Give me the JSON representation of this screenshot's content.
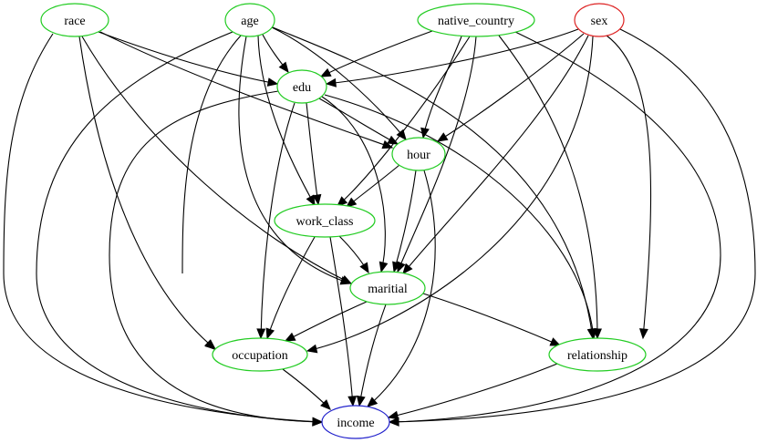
{
  "diagram": {
    "nodes": [
      {
        "id": "race",
        "label": "race",
        "color": "#22cc22"
      },
      {
        "id": "age",
        "label": "age",
        "color": "#22cc22"
      },
      {
        "id": "native_country",
        "label": "native_country",
        "color": "#22cc22"
      },
      {
        "id": "sex",
        "label": "sex",
        "color": "#dd2222"
      },
      {
        "id": "edu",
        "label": "edu",
        "color": "#22cc22"
      },
      {
        "id": "hour",
        "label": "hour",
        "color": "#22cc22"
      },
      {
        "id": "work_class",
        "label": "work_class",
        "color": "#22cc22"
      },
      {
        "id": "maritial",
        "label": "maritial",
        "color": "#22cc22"
      },
      {
        "id": "occupation",
        "label": "occupation",
        "color": "#22cc22"
      },
      {
        "id": "relationship",
        "label": "relationship",
        "color": "#22cc22"
      },
      {
        "id": "income",
        "label": "income",
        "color": "#2222cc"
      }
    ],
    "edges": [
      {
        "from": "race",
        "to": "edu"
      },
      {
        "from": "race",
        "to": "hour"
      },
      {
        "from": "race",
        "to": "maritial"
      },
      {
        "from": "race",
        "to": "occupation"
      },
      {
        "from": "race",
        "to": "income"
      },
      {
        "from": "age",
        "to": "edu"
      },
      {
        "from": "age",
        "to": "hour"
      },
      {
        "from": "age",
        "to": "work_class"
      },
      {
        "from": "age",
        "to": "maritial"
      },
      {
        "from": "age",
        "to": "occupation"
      },
      {
        "from": "age",
        "to": "relationship"
      },
      {
        "from": "age",
        "to": "income"
      },
      {
        "from": "native_country",
        "to": "edu"
      },
      {
        "from": "native_country",
        "to": "hour"
      },
      {
        "from": "native_country",
        "to": "work_class"
      },
      {
        "from": "native_country",
        "to": "maritial"
      },
      {
        "from": "native_country",
        "to": "relationship"
      },
      {
        "from": "native_country",
        "to": "income"
      },
      {
        "from": "sex",
        "to": "edu"
      },
      {
        "from": "sex",
        "to": "hour"
      },
      {
        "from": "sex",
        "to": "maritial"
      },
      {
        "from": "sex",
        "to": "occupation"
      },
      {
        "from": "sex",
        "to": "relationship"
      },
      {
        "from": "sex",
        "to": "income"
      },
      {
        "from": "edu",
        "to": "hour"
      },
      {
        "from": "edu",
        "to": "work_class"
      },
      {
        "from": "edu",
        "to": "maritial"
      },
      {
        "from": "edu",
        "to": "occupation"
      },
      {
        "from": "edu",
        "to": "relationship"
      },
      {
        "from": "edu",
        "to": "income"
      },
      {
        "from": "hour",
        "to": "work_class"
      },
      {
        "from": "hour",
        "to": "maritial"
      },
      {
        "from": "hour",
        "to": "income"
      },
      {
        "from": "work_class",
        "to": "maritial"
      },
      {
        "from": "work_class",
        "to": "occupation"
      },
      {
        "from": "work_class",
        "to": "income"
      },
      {
        "from": "maritial",
        "to": "occupation"
      },
      {
        "from": "maritial",
        "to": "relationship"
      },
      {
        "from": "maritial",
        "to": "income"
      },
      {
        "from": "occupation",
        "to": "income"
      },
      {
        "from": "relationship",
        "to": "income"
      }
    ]
  }
}
